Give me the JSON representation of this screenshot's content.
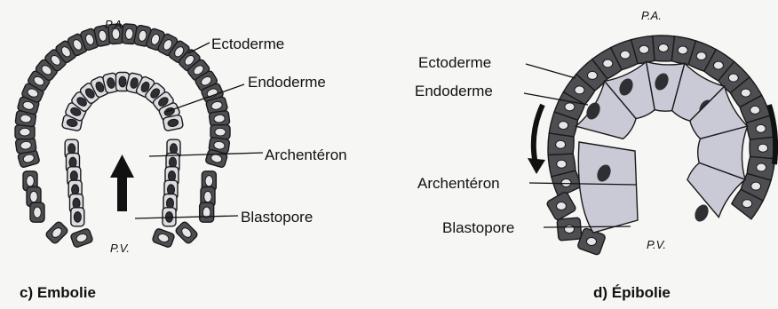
{
  "colors": {
    "background": "#f6f6f4",
    "ectoderm_cell": "#4e4e52",
    "endoderm_cell_embolie": "#dcdde2",
    "endoderm_cell_epibolie": "#c9cad6",
    "nucleus_light": "#e6e6e6",
    "nucleus_dark": "#2f2f33",
    "outline": "#1a1a1a"
  },
  "embolie": {
    "pole_top": "P.A.",
    "pole_bottom": "P.V.",
    "labels": {
      "ectoderme": "Ectoderme",
      "endoderme": "Endoderme",
      "archenteron": "Archentéron",
      "blastopore": "Blastopore"
    },
    "caption": "c) Embolie",
    "arrow_icon": "up-arrow-icon"
  },
  "epibolie": {
    "pole_top": "P.A.",
    "pole_bottom": "P.V.",
    "labels": {
      "ectoderme": "Ectoderme",
      "endoderme": "Endoderme",
      "archenteron": "Archentéron",
      "blastopore": "Blastopore"
    },
    "caption": "d) Épibolie",
    "arrow_icon": "curved-down-arrow-icon"
  }
}
